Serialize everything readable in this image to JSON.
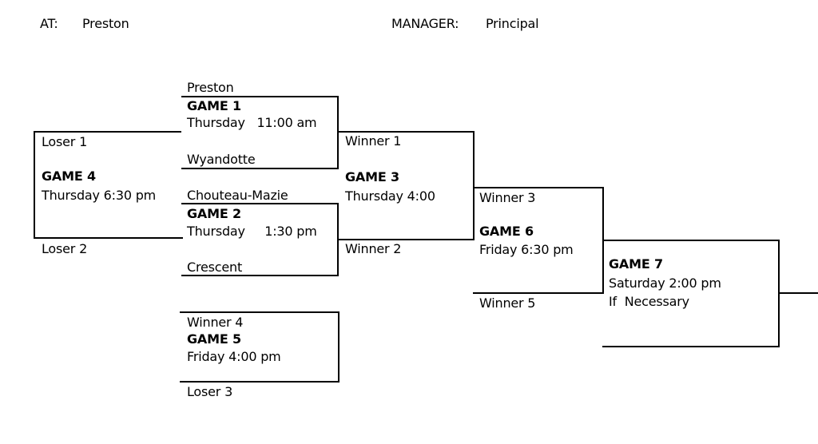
{
  "header": {
    "at_label": "AT:",
    "at_value": "Preston",
    "manager_label": "MANAGER:",
    "manager_value": "Principal"
  },
  "games": {
    "game1": {
      "top_slot": "Preston",
      "title": "GAME 1",
      "schedule": "Thursday   11:00 am",
      "bottom_slot": "Wyandotte"
    },
    "game2": {
      "top_slot": "Chouteau-Mazie",
      "title": "GAME 2",
      "schedule": "Thursday     1:30 pm",
      "bottom_slot": "Crescent"
    },
    "game3": {
      "top_slot": "Winner 1",
      "title": "GAME 3",
      "schedule": "Thursday 4:00",
      "bottom_slot": "Winner 2"
    },
    "game4": {
      "top_slot": "Loser 1",
      "title": "GAME 4",
      "schedule": "Thursday 6:30 pm",
      "bottom_slot": "Loser 2"
    },
    "game5": {
      "top_slot": "Winner 4",
      "title": "GAME 5",
      "schedule": "Friday 4:00 pm",
      "bottom_slot": "Loser 3"
    },
    "game6": {
      "top_slot": "Winner 3",
      "title": "GAME 6",
      "schedule": "Friday 6:30 pm",
      "bottom_slot": "Winner 5"
    },
    "game7": {
      "title": "GAME 7",
      "schedule": "Saturday 2:00 pm",
      "note": "If  Necessary"
    }
  },
  "colors": {
    "background": "#ffffff",
    "line": "#000000",
    "text": "#000000"
  }
}
